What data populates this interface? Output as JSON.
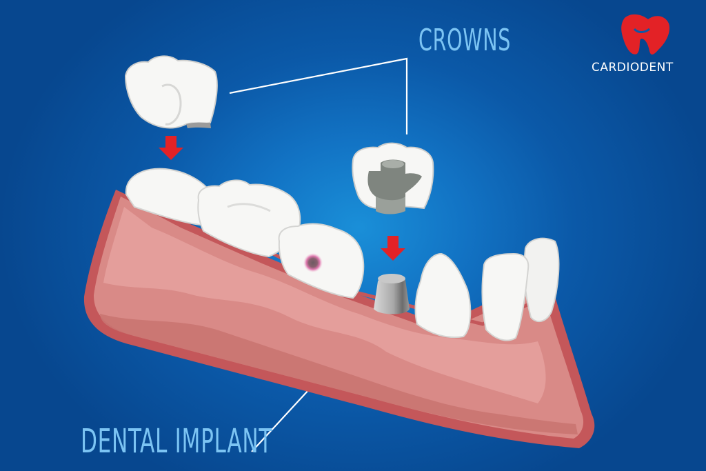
{
  "brand": {
    "name": "CARDIODENT",
    "logo_icon": "heart-tooth-logo",
    "logo_color": "#e32226"
  },
  "labels": {
    "crowns": "CROWNS",
    "dental_implant": "DENTAL IMPLANT"
  },
  "colors": {
    "background": "#0b59a8",
    "label_text": "#7cc4f3",
    "gum": "#d88a86",
    "gum_edge": "#c4575a",
    "tooth": "#f7f7f5",
    "implant_metal": "#9a9a9a",
    "arrow": "#e32226"
  },
  "illustration": {
    "elements": [
      "molar-crown",
      "implant-crown-with-abutment",
      "arrow-down",
      "arrow-down",
      "molar",
      "molar",
      "decayed-molar",
      "implant-abutment",
      "incisor",
      "incisor",
      "incisor",
      "jaw-gum"
    ]
  }
}
